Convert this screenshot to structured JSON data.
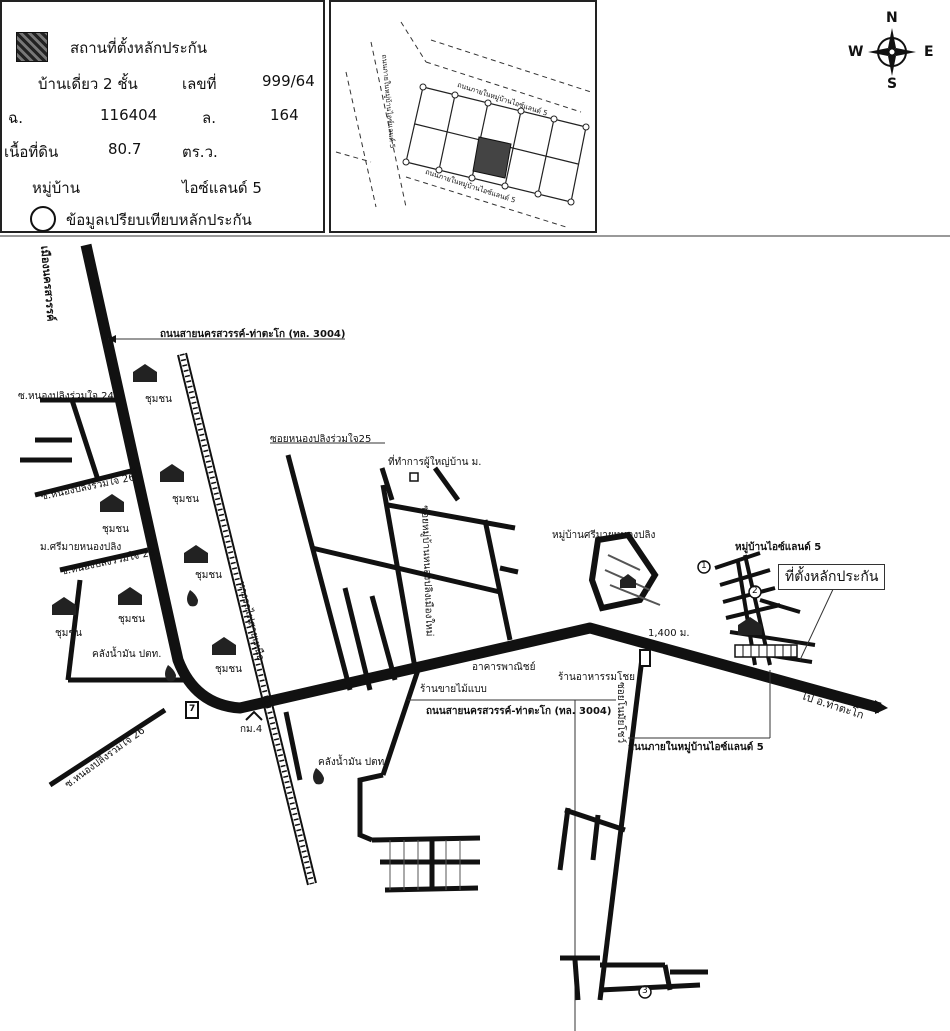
{
  "legend": {
    "location_label": "สถานที่ตั้งหลักประกัน",
    "house_type": "บ้านเดี่ยว 2 ชั้น",
    "number_label": "เลขที่",
    "number_value": "999/64",
    "chanote_label": "ฉ.",
    "chanote_value": "116404",
    "lot_label": "ล.",
    "lot_value": "164",
    "area_label": "เนื้อที่ดิน",
    "area_value": "80.7",
    "area_unit": "ตร.ว.",
    "village_label": "หมู่บ้าน",
    "village_value": "ไอซ์แลนด์ 5",
    "compare_label": "ข้อมูลเปรียบเทียบหลักประกัน"
  },
  "inset": {
    "road_top": "ถนนภายในหมู่บ้านไอซ์แลนด์ 5",
    "road_bottom": "ถนนภายในหมู่บ้านไอซ์แลนด์ 5",
    "road_left": "ถนนภายในหมู่บ้านไอซ์แลนด์ 5"
  },
  "compass": {
    "n": "N",
    "s": "S",
    "e": "E",
    "w": "W"
  },
  "map": {
    "road_nakhon": "เมืองนครสวรรค์",
    "highway_top": "ถนนสายนครสวรรค์-ท่าตะโก (ทล. 3004)",
    "highway_mid": "ถนนสายนครสวรรค์-ท่าตะโก (ทล. 3004)",
    "soi_24": "ซ.หนองปลิงร่วมใจ 24",
    "soi_26": "ซ.หนองปลิงร่วมใจ 26",
    "soi_28": "ซ.หนองปลิงร่วมใจ 28",
    "soi_25": "ซอยหนองปลิงร่วมใจ25",
    "soi_bottom": "ซ.หนองปลิงร่วมใจ 26",
    "village_srimai": "ม.ศรีมายหนองปลิง",
    "community_1": "ชุมชน",
    "community_2": "ชุมชน",
    "community_3": "ชุมชน",
    "community_4": "ชุมชน",
    "community_5": "ชุมชน",
    "community_6": "ชุมชน",
    "community_7": "ชุมชน",
    "gas_1": "คลังน้ำมัน ปตท.",
    "gas_2": "คลังน้ำมัน ปตท.",
    "railway": "ทางรถไฟสายเหนือ",
    "headman_office": "ที่ทำการผู้ใหญ่บ้าน ม.",
    "soi_village_new": "ซอยหมู่บ้านหนองปลิงเมืองใหม่",
    "village_srimai_nongpling": "หมู่บ้านศรีมายหนองปลิง",
    "village_iceland": "หมู่บ้านไอซ์แลนด์ 5",
    "collateral_callout": "ที่ตั้งหลักประกัน",
    "distance": "1,400 ม.",
    "commercial_building": "อาคารพาณิชย์",
    "restaurant": "ร้านอาหารรมโชย",
    "wood_shop": "ร้านขายไม้แบบ",
    "km4": "กม.4",
    "to_thatako": "ไป อ.ท่าตะโก",
    "soi_nomai": "ซอยโนมัยโชว์",
    "road_in_village": "ถนนภายในหมู่บ้านไอซ์แลนด์ 5",
    "marker_1": "1",
    "marker_2": "2",
    "marker_3": "3",
    "seven_eleven": "7"
  }
}
